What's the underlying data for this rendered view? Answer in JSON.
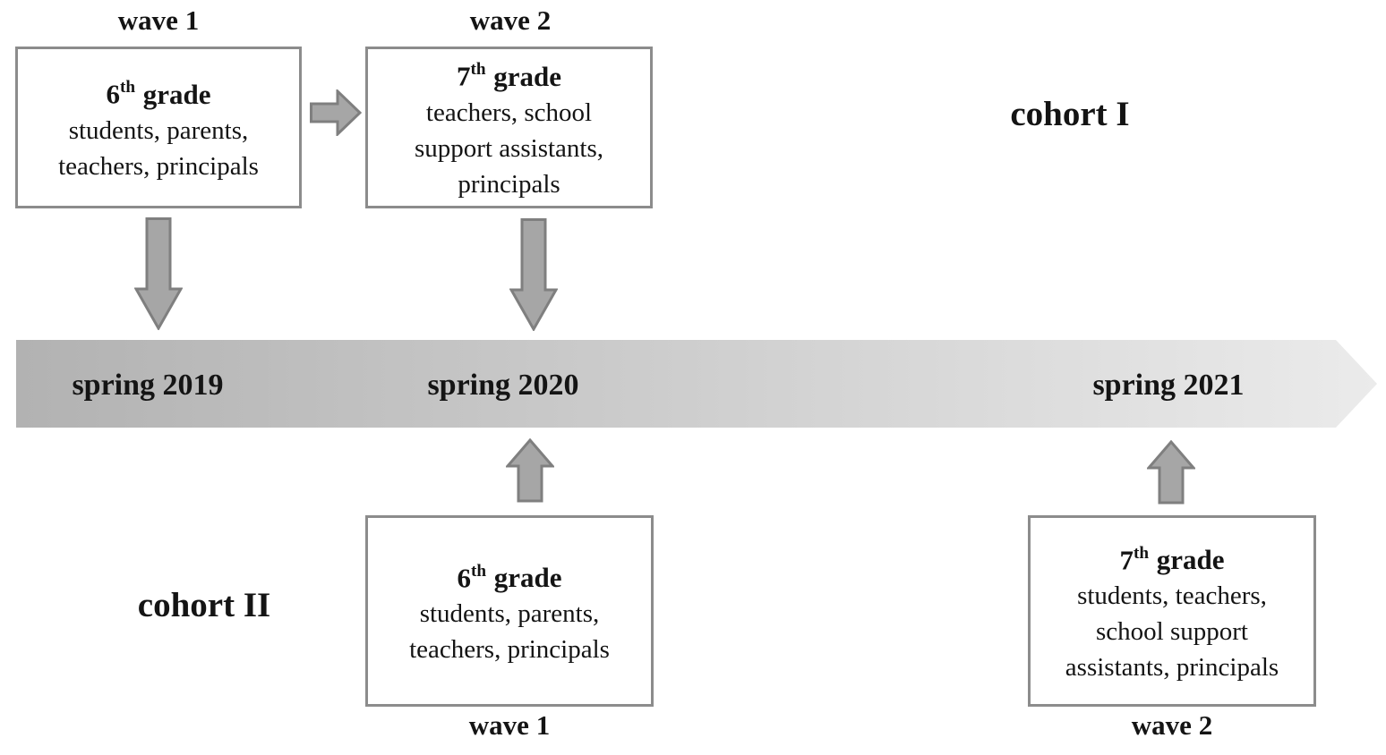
{
  "colors": {
    "arrow_fill": "#a6a6a6",
    "arrow_stroke": "#7f7f7f",
    "box_border": "#8c8c8c",
    "band_gradient_left": "#b2b2b2",
    "band_gradient_right": "#ebebeb",
    "text": "#141414"
  },
  "cohort1": {
    "label": "cohort I",
    "wave1": {
      "wave_label": "wave 1",
      "grade_num": "6",
      "grade_sup": "th",
      "grade_word": "grade",
      "lines": [
        "students, parents,",
        "teachers, principals"
      ]
    },
    "wave2": {
      "wave_label": "wave 2",
      "grade_num": "7",
      "grade_sup": "th",
      "grade_word": "grade",
      "lines": [
        "teachers, school",
        "support assistants,",
        "principals"
      ]
    }
  },
  "cohort2": {
    "label": "cohort II",
    "wave1": {
      "wave_label": "wave 1",
      "grade_num": "6",
      "grade_sup": "th",
      "grade_word": "grade",
      "lines": [
        "students, parents,",
        "teachers, principals"
      ]
    },
    "wave2": {
      "wave_label": "wave 2",
      "grade_num": "7",
      "grade_sup": "th",
      "grade_word": "grade",
      "lines": [
        "students, teachers,",
        "school support",
        "assistants, principals"
      ]
    }
  },
  "timeline": {
    "label_2019": "spring 2019",
    "label_2020": "spring 2020",
    "label_2021": "spring 2021"
  }
}
